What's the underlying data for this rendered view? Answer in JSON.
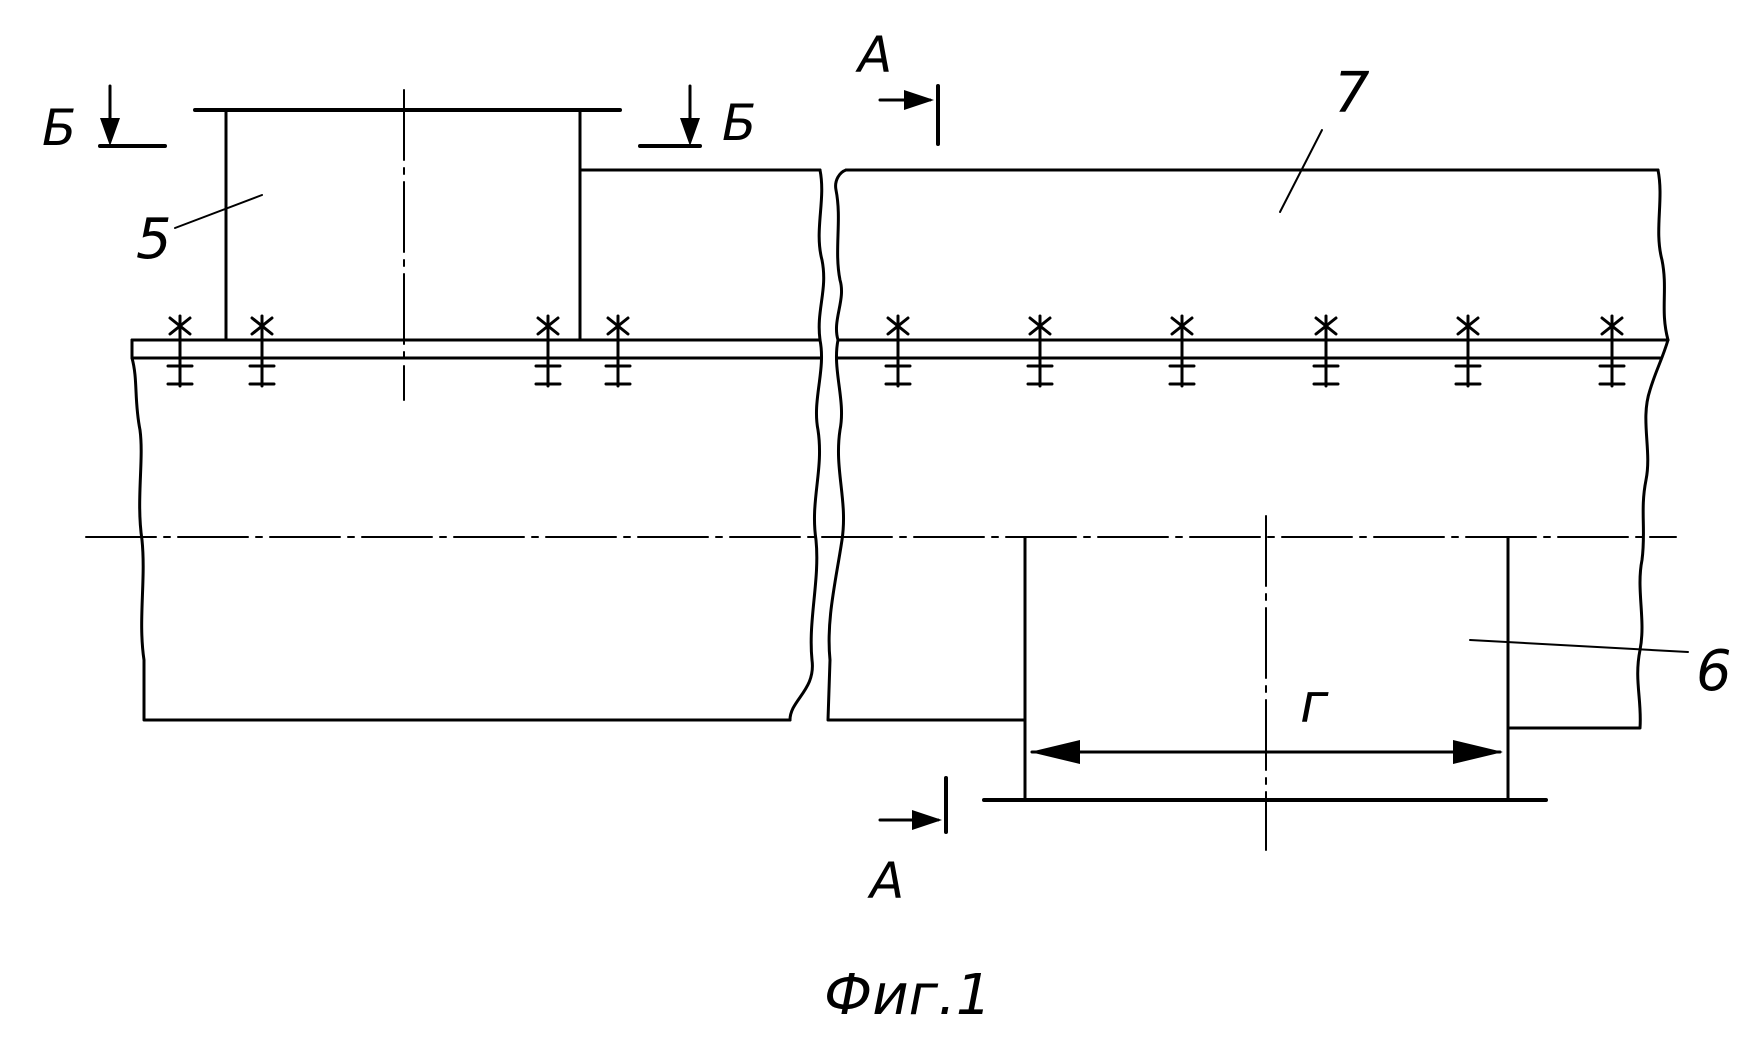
{
  "section_labels": {
    "b_left": "Б",
    "b_right": "Б",
    "a_top": "А",
    "a_bottom": "А"
  },
  "part_labels": {
    "part5": "5",
    "part6": "6",
    "part7": "7"
  },
  "dimension_label": "г",
  "caption": "Фиг.1"
}
